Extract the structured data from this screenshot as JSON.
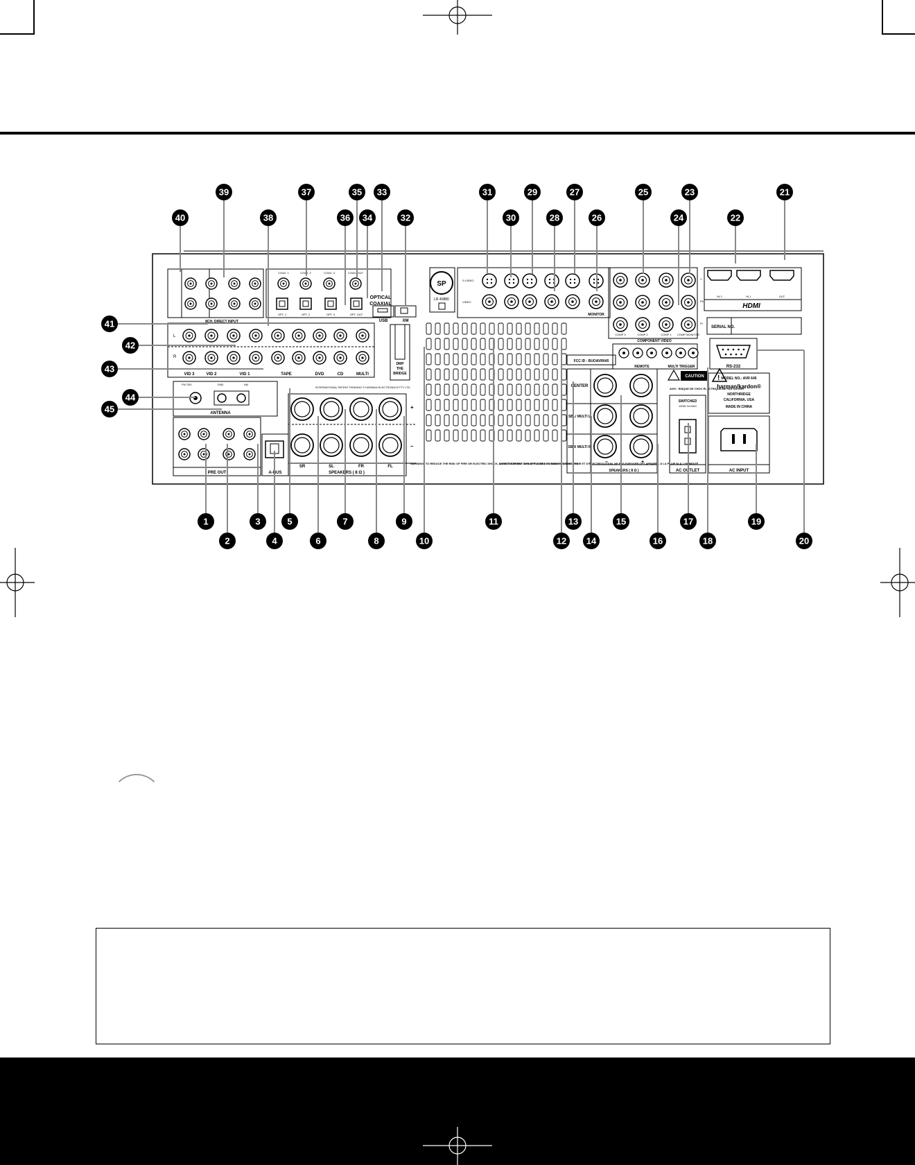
{
  "callouts_top": [
    {
      "n": "40"
    },
    {
      "n": "39"
    },
    {
      "n": "38"
    },
    {
      "n": "37"
    },
    {
      "n": "36"
    },
    {
      "n": "35"
    },
    {
      "n": "34"
    },
    {
      "n": "33"
    },
    {
      "n": "32"
    },
    {
      "n": "31"
    },
    {
      "n": "30"
    },
    {
      "n": "29"
    },
    {
      "n": "28"
    },
    {
      "n": "27"
    },
    {
      "n": "26"
    },
    {
      "n": "25"
    },
    {
      "n": "24"
    },
    {
      "n": "23"
    },
    {
      "n": "22"
    },
    {
      "n": "21"
    }
  ],
  "callouts_bottom": [
    {
      "n": "1"
    },
    {
      "n": "2"
    },
    {
      "n": "3"
    },
    {
      "n": "4"
    },
    {
      "n": "5"
    },
    {
      "n": "6"
    },
    {
      "n": "7"
    },
    {
      "n": "8"
    },
    {
      "n": "9"
    },
    {
      "n": "10"
    },
    {
      "n": "11"
    },
    {
      "n": "12"
    },
    {
      "n": "13"
    },
    {
      "n": "14"
    },
    {
      "n": "15"
    },
    {
      "n": "16"
    },
    {
      "n": "17"
    },
    {
      "n": "18"
    },
    {
      "n": "19"
    },
    {
      "n": "20"
    }
  ],
  "callouts_left": [
    {
      "n": "41"
    },
    {
      "n": "42"
    },
    {
      "n": "43"
    },
    {
      "n": "44"
    },
    {
      "n": "45"
    }
  ],
  "labels": {
    "hdmi_logo": "HDMI",
    "hdmi_in2": "IN 2",
    "hdmi_in1": "IN 1",
    "hdmi_out": "OUT",
    "coaxial": "COAXIAL",
    "optical": "OPTICAL",
    "coax1": "COAX. 1",
    "coax2": "COAX. 2",
    "coax3": "COAX. 3",
    "coax_out": "COAX. OUT",
    "opt1": "OPT. 1",
    "opt2": "OPT. 2",
    "opt3": "OPT. 3",
    "opt_out": "OPT. OUT",
    "usb": "USB",
    "xm": "XM",
    "dmp": "DMP",
    "the": "THE",
    "bridge": "BRIDGE",
    "direct_input": "8CH. DIRECT INPUT",
    "vid3": "VID 3",
    "vid2": "VID 2",
    "vid1": "VID 1",
    "tape": "TAPE",
    "dvd": "DVD",
    "cd": "CD",
    "multi": "MULTI",
    "antenna": "ANTENNA",
    "fm": "FM 75Ω",
    "gnd": "GND",
    "am": "AM",
    "pre_out": "PRE OUT",
    "a_bus": "A-BUS",
    "sr": "SR",
    "sl": "SL",
    "fr": "FR",
    "fl": "FL",
    "speakers_8": "SPEAKERS ( 8 Ω )",
    "monitor": "MONITOR",
    "svideo": "S-VIDEO",
    "video": "VIDEO",
    "listed": "LR 40880",
    "comp3": "COMP 3",
    "comp2": "COMP 2",
    "comp1": "COMP 1",
    "comp_monitor": "COMP MONITOR",
    "component_video": "COMPONENT VIDEO",
    "y": "Y",
    "pb": "Pb",
    "pr": "Pr",
    "serial_no": "SERIAL NO.",
    "fcc_id": "FCC ID : BUOAVR645",
    "remote": "REMOTE",
    "multi_trigger": "MULTI TRIGGER",
    "rs232": "RS-232",
    "center": "CENTER",
    "sbl_multi_l": "SBL/ MULTI L",
    "sbr_multi_r": "SBR/ MULTI R",
    "caution": "CAUTION",
    "avis": "AVIS : RISQUE DE CHOC ÉLECTRIQUE-NE PAS OUVRIR",
    "switched": "SWITCHED",
    "switched_max": "100W 1A MAX",
    "ac_outlet": "AC OUTLET",
    "model": "MODEL NO.: AVR 645",
    "brand": "harman/kardon®",
    "northridge": "NORTHRIDGE",
    "california": "CALIFORNIA, USA",
    "made_in": "MADE IN CHINA",
    "ac_input": "AC INPUT",
    "warning": "WARNING: TO REDUCE THE RISK OF FIRE OR ELECTRIC SHOCK, DO NOT EXPOSE THIS APPLIANCE TO RAIN OR MOISTURE.",
    "avertissement": "AVERTISSEMENT: AFIN D'ÉVITER LES DANGERS D'INCENDIE ET D'ÉLECTROCUTION, NE PAS EXPOSER CET APPAREIL À LA PLUIE NI À L'HUMIDITÉ.",
    "patents": "INTERNATIONAL PATENT PENDING © HARMAN ELECTRONICS PTY LTD.",
    "in": "IN",
    "out": "OUT",
    "plus": "+",
    "minus": "–"
  }
}
